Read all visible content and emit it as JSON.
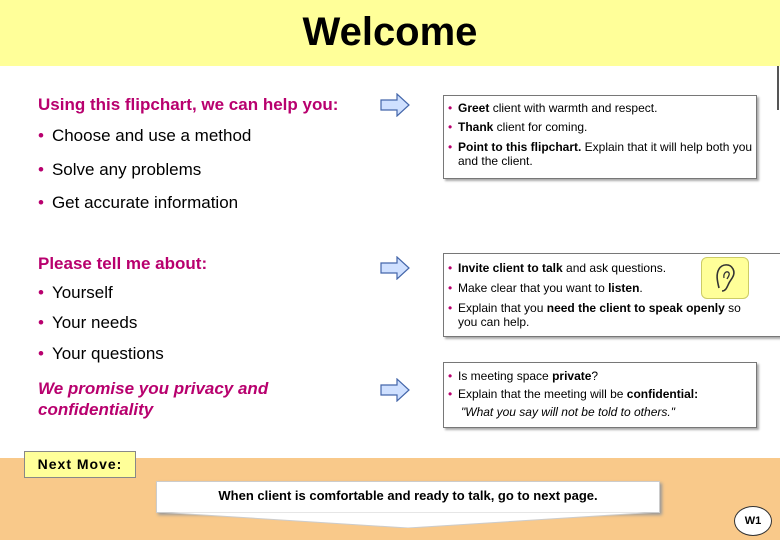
{
  "title": "Welcome",
  "section1": {
    "heading": "Using this flipchart, we can help you:",
    "bullets": [
      "Choose and use a method",
      "Solve any problems",
      "Get accurate information"
    ]
  },
  "box1": {
    "l1_bold": "Greet",
    "l1_rest": " client with warmth and respect.",
    "l2_bold": "Thank",
    "l2_rest": " client for coming.",
    "l3_bold": "Point to this flipchart.",
    "l3_rest": " Explain that it will help both you and the client."
  },
  "section2": {
    "heading": "Please tell me about:",
    "bullets": [
      "Yourself",
      "Your needs",
      "Your questions"
    ]
  },
  "box2": {
    "l1_bold": "Invite client to talk",
    "l1_rest": " and ask questions.",
    "l2_pre": "Make clear that you want to ",
    "l2_bold": "listen",
    "l2_post": ".",
    "l3_pre": "Explain that you ",
    "l3_bold": "need the client to speak openly",
    "l3_post": " so you can help."
  },
  "section3": {
    "promise": "We promise you privacy and confidentiality"
  },
  "box3": {
    "l1_pre": "Is meeting space ",
    "l1_bold": "private",
    "l1_post": "?",
    "l2_pre": "Explain that the meeting will be ",
    "l2_bold": "confidential:",
    "l3": "\"What you say will not be told to others.\""
  },
  "footer": {
    "next_move_label": "Next Move:",
    "next_move_text": "When client is comfortable and ready to talk, go to next page.",
    "page_code": "W1"
  },
  "colors": {
    "accent": "#b8006e",
    "header_bg": "#ffff99",
    "footer_bg": "#f9c98a",
    "arrow_fill": "#cfe0ff",
    "arrow_stroke": "#4466aa"
  },
  "icons": [
    "ear-icon",
    "arrow-right-icon"
  ]
}
